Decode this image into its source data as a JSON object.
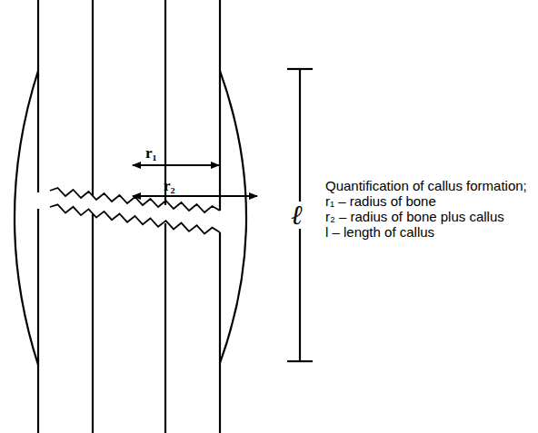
{
  "diagram": {
    "labels": [
      "r₁",
      "r₂",
      "ℓ",
      "Quantification of callus formation;",
      "r₁ – radius of bone",
      "r₂ – radius of bone plus callus",
      "l – length of callus"
    ]
  }
}
